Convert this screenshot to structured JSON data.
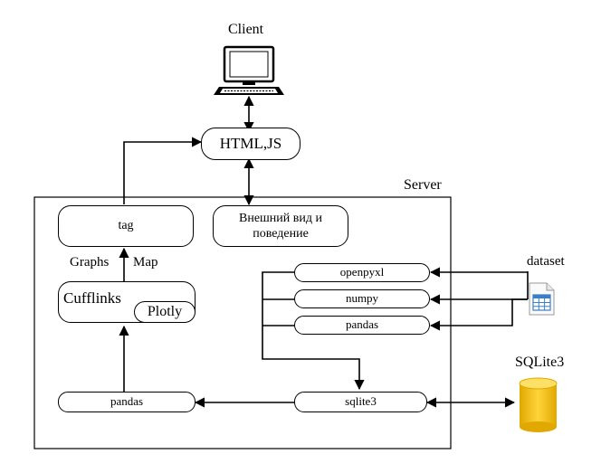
{
  "diagram": {
    "client_label": "Client",
    "server_label": "Server",
    "html_js": "HTML,JS",
    "tag": "tag",
    "appearance_line1": "Внешний вид и",
    "appearance_line2": "поведение",
    "graphs_label": "Graphs",
    "map_label": "Map",
    "cufflinks": "Cufflinks",
    "plotly": "Plotly",
    "openpyxl": "openpyxl",
    "numpy": "numpy",
    "pandas_right": "pandas",
    "pandas_left": "pandas",
    "sqlite3": "sqlite3",
    "dataset_label": "dataset",
    "sqlite_db_label": "SQLite3"
  },
  "icons": {
    "client": "computer-icon",
    "dataset": "spreadsheet-file-icon",
    "database": "database-cylinder-icon"
  },
  "colors": {
    "database_fill": "#F5C400",
    "database_top": "#FFE066",
    "spreadsheet_blue": "#3B7FC4"
  }
}
